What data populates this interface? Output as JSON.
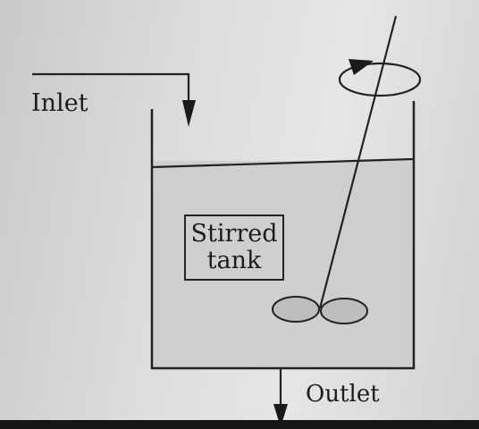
{
  "labels": {
    "inlet": "Inlet",
    "outlet": "Outlet",
    "tank_line1": "Stirred",
    "tank_line2": "tank"
  },
  "colors": {
    "line": "#222222",
    "liquid": "#cfcfcd",
    "background": "#dcdcda"
  }
}
